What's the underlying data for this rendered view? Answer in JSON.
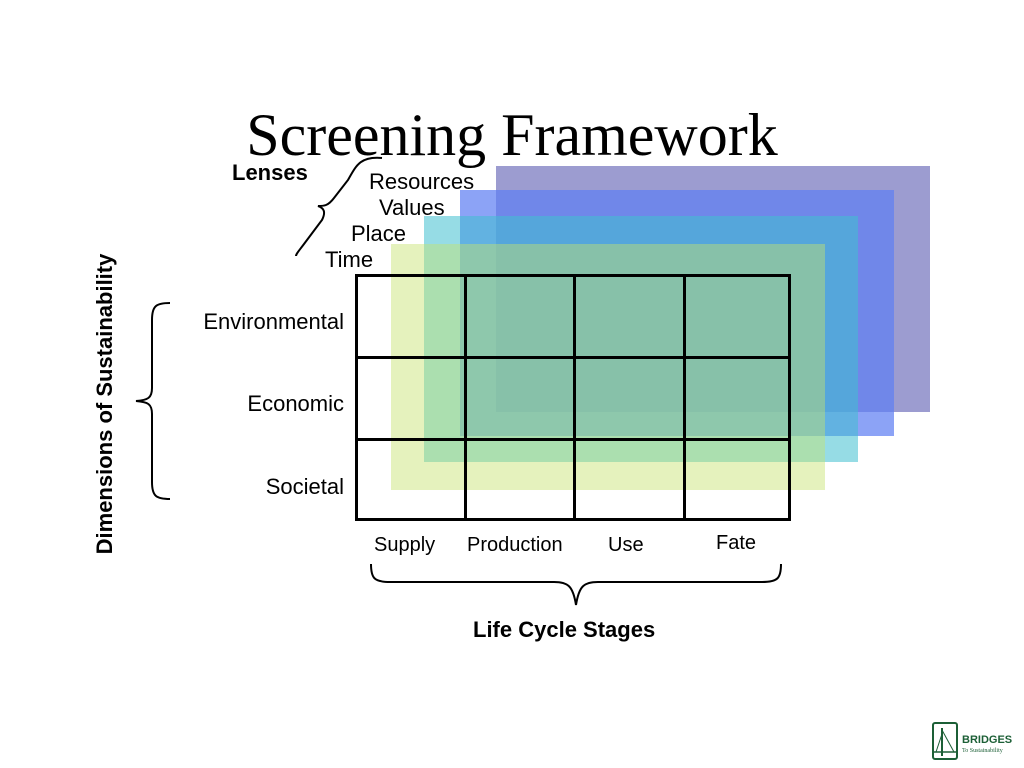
{
  "title": "Screening Framework",
  "lenses": {
    "heading": "Lenses",
    "items": [
      {
        "label": "Resources",
        "color": "#7b7bc0"
      },
      {
        "label": "Values",
        "color": "#6f88ee"
      },
      {
        "label": "Place",
        "color": "#55c6d2"
      },
      {
        "label": "Time",
        "color": "#c3e06a"
      }
    ]
  },
  "dimensions": {
    "heading": "Dimensions of Sustainability",
    "rows": [
      "Environmental",
      "Economic",
      "Societal"
    ]
  },
  "life_cycle": {
    "heading": "Life Cycle Stages",
    "stages": [
      "Supply",
      "Production",
      "Use",
      "Fate"
    ]
  },
  "logo": {
    "name": "BRIDGES",
    "tagline": "To Sustainability"
  }
}
